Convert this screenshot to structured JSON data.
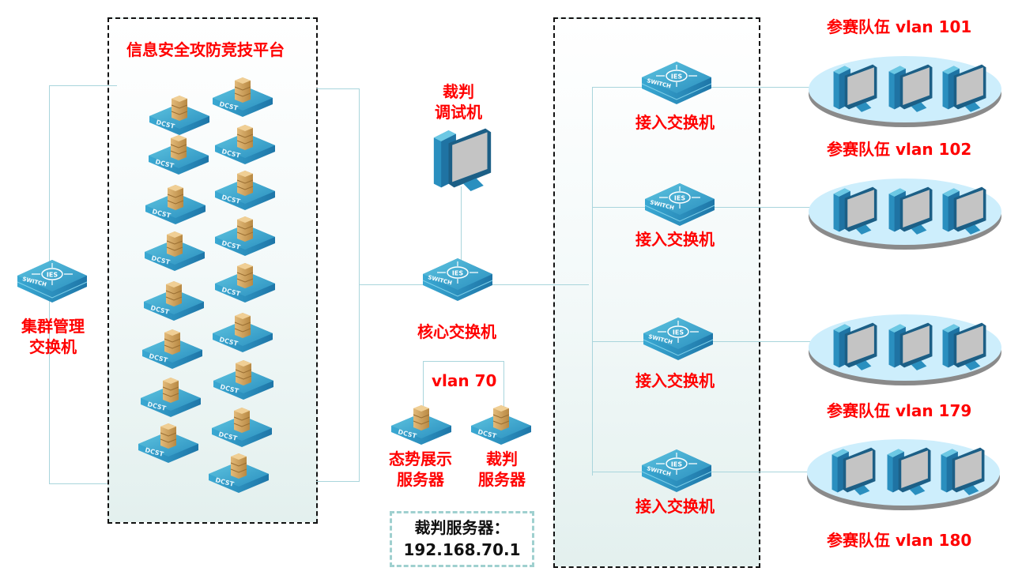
{
  "platform": {
    "title": "信息安全攻防竞技平台",
    "server_count_left": 8,
    "server_count_right": 9
  },
  "cluster_switch": {
    "label_line1": "集群管理",
    "label_line2": "交换机"
  },
  "judge_pc": {
    "label_line1": "裁判",
    "label_line2": "调试机"
  },
  "core_switch": {
    "label": "核心交换机"
  },
  "vlan_label": "vlan 70",
  "servers": {
    "situation": {
      "label_line1": "态势展示",
      "label_line2": "服务器"
    },
    "judge": {
      "label_line1": "裁判",
      "label_line2": "服务器"
    }
  },
  "judge_server_info": {
    "line1": "裁判服务器：",
    "line2": "192.168.70.1"
  },
  "access_switches": [
    {
      "label": "接入交换机"
    },
    {
      "label": "接入交换机"
    },
    {
      "label": "接入交换机"
    },
    {
      "label": "接入交换机"
    }
  ],
  "teams": [
    {
      "label": "参赛队伍 vlan 101"
    },
    {
      "label": "参赛队伍 vlan 102"
    },
    {
      "label": "参赛队伍 vlan 179"
    },
    {
      "label": "参赛队伍 vlan 180"
    }
  ],
  "icon_text": {
    "switch_brand": "IES",
    "switch_text": "SWITCH",
    "server_text": "DCST"
  },
  "colors": {
    "label": "#ff0000",
    "line": "#a9d5dc",
    "device": "#2f9cc4"
  }
}
